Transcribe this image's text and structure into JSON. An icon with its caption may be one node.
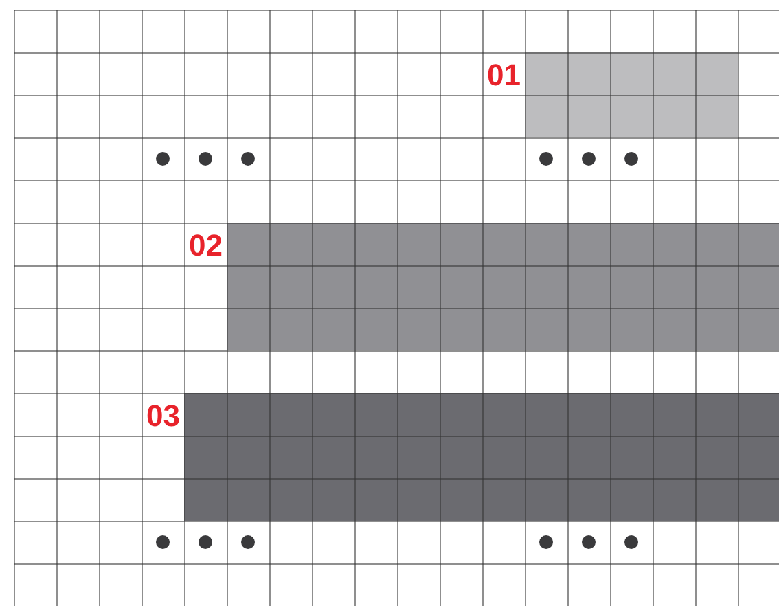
{
  "diagram": {
    "nodes": [
      {
        "text": [
          "01"
        ]
      },
      {
        "text": [
          "02"
        ]
      },
      {
        "text": [
          "03"
        ]
      }
    ]
  }
}
